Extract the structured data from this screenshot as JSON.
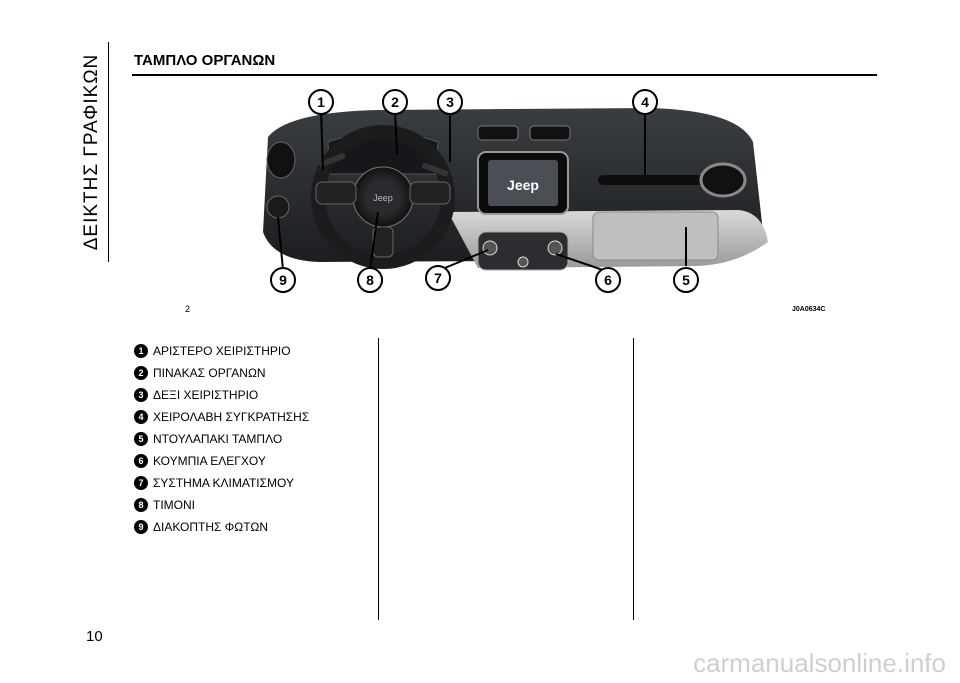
{
  "side_title": "ΔΕΙΚΤΗΣ ΓΡΑΦΙΚΩΝ",
  "section_title": "ΤΑΜΠΛΟ ΟΡΓΑΝΩΝ",
  "figure": {
    "number": "2",
    "code": "J0A0634C",
    "brand_logo": "Jeep",
    "callouts": [
      "1",
      "2",
      "3",
      "4",
      "5",
      "6",
      "7",
      "8",
      "9"
    ]
  },
  "legend": [
    {
      "num": "1",
      "label": "ΑΡΙΣΤΕΡΟ ΧΕΙΡΙΣΤΗΡΙΟ"
    },
    {
      "num": "2",
      "label": "ΠΙΝΑΚΑΣ ΟΡΓΑΝΩΝ"
    },
    {
      "num": "3",
      "label": "ΔΕΞΙ ΧΕΙΡΙΣΤΗΡΙΟ"
    },
    {
      "num": "4",
      "label": "ΧΕΙΡΟΛΑΒΗ ΣΥΓΚΡΑΤΗΣΗΣ"
    },
    {
      "num": "5",
      "label": "ΝΤΟΥΛΑΠΑΚΙ ΤΑΜΠΛΟ"
    },
    {
      "num": "6",
      "label": "ΚΟΥΜΠΙΑ ΕΛΕΓΧΟΥ"
    },
    {
      "num": "7",
      "label": "ΣΥΣΤΗΜΑ ΚΛΙΜΑΤΙΣΜΟΥ"
    },
    {
      "num": "8",
      "label": "ΤΙΜΟΝΙ"
    },
    {
      "num": "9",
      "label": "ΔΙΑΚΟΠΤΗΣ ΦΩΤΩΝ"
    }
  ],
  "page_number": "10",
  "watermark": "carmanualsonline.info"
}
